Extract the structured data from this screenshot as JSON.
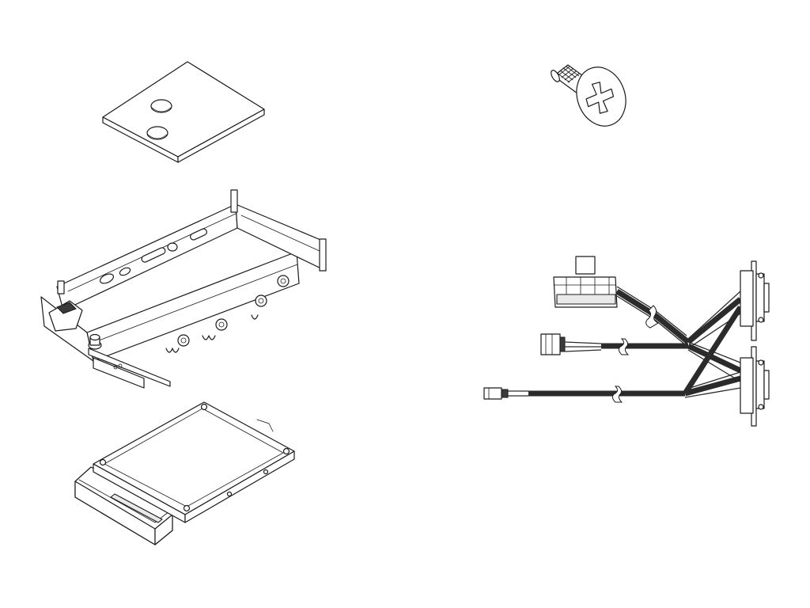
{
  "diagram": {
    "background": "#ffffff",
    "line_color": "#1a1a1a",
    "parts": [
      {
        "name": "thermal-pad"
      },
      {
        "name": "drive-bracket"
      },
      {
        "name": "hard-drive-with-carrier"
      },
      {
        "name": "phillips-flat-head-screw"
      },
      {
        "name": "breakout-cable-assembly"
      }
    ]
  }
}
